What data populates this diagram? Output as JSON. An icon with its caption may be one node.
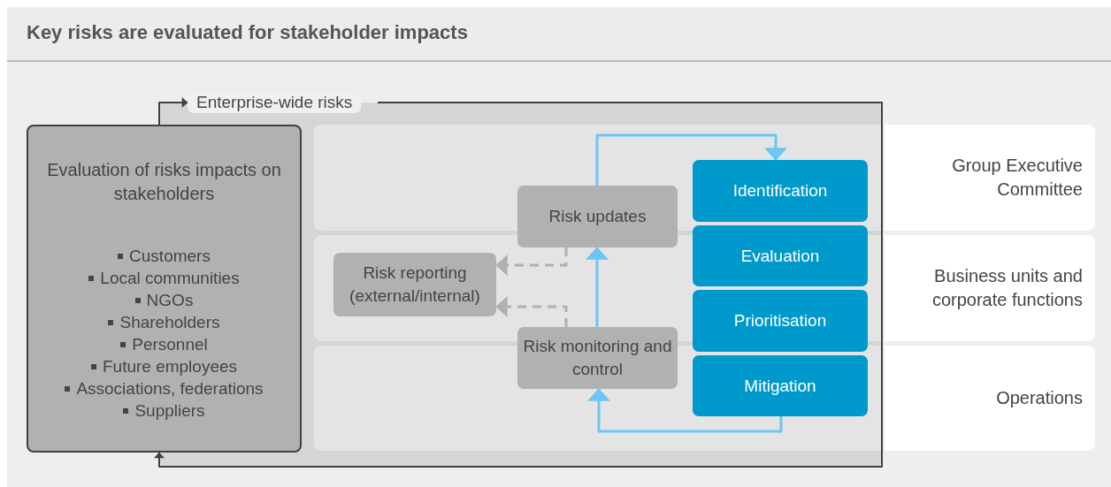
{
  "diagram": {
    "title": "Key risks are evaluated for stakeholder impacts",
    "nodes": [
      {
        "text": [
          "Evaluation of risks impacts on stakeholders",
          "Customers",
          "Local communities",
          "NGOs",
          "Shareholders",
          "Personnel",
          "Future employees",
          "Associations, federations",
          "Suppliers"
        ]
      },
      {
        "text": [
          "Enterprise-wide risks"
        ]
      },
      {
        "text": [
          "Group Executive Committee"
        ]
      },
      {
        "text": [
          "Business units and corporate functions"
        ]
      },
      {
        "text": [
          "Operations"
        ]
      },
      {
        "text": [
          "Risk reporting (external/internal)"
        ],
        "in": 1
      },
      {
        "text": [
          "Risk updates"
        ],
        "in": 1
      },
      {
        "text": [
          "Risk monitoring and control"
        ],
        "in": 1
      },
      {
        "text": [
          "Identification"
        ],
        "in": 1
      },
      {
        "text": [
          "Evaluation"
        ],
        "in": 1
      },
      {
        "text": [
          "Prioritisation"
        ],
        "in": 1
      },
      {
        "text": [
          "Mitigation"
        ],
        "in": 1
      }
    ],
    "edges": [
      {
        "from": 0,
        "to": 1,
        "arrow": "to",
        "color": "#404040"
      },
      {
        "from": 1,
        "to": 0,
        "arrow": "to",
        "color": "#404040"
      },
      {
        "from": 6,
        "to": 8,
        "arrow": "to"
      },
      {
        "from": 7,
        "to": 6,
        "arrow": "to"
      },
      {
        "from": 11,
        "to": 7,
        "arrow": "to"
      },
      {
        "from": 6,
        "to": 5,
        "arrow": "to",
        "style": "dashed",
        "color": "#b0b0b0"
      },
      {
        "from": 7,
        "to": 5,
        "arrow": "to",
        "style": "dashed",
        "color": "#b0b0b0"
      }
    ]
  }
}
